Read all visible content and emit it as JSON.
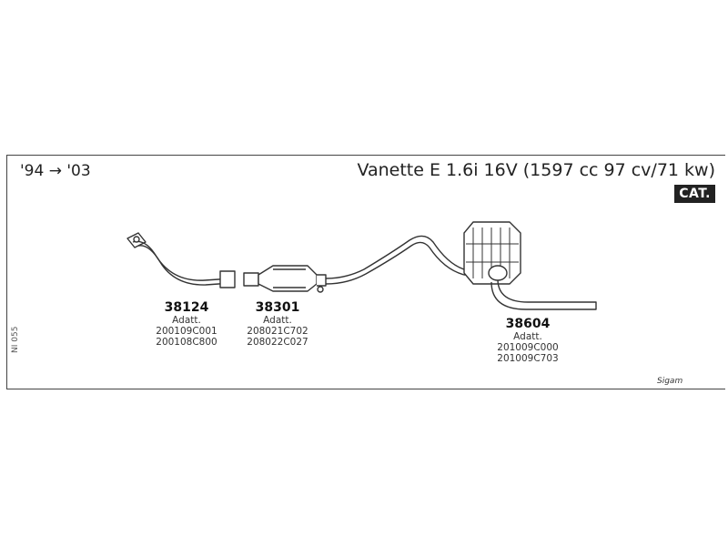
{
  "header": {
    "years": "'94 → '03",
    "model": "Vanette E 1.6i 16V (1597 cc 97 cv/71 kw)",
    "badge": "CAT."
  },
  "parts": [
    {
      "code": "38124",
      "adatt": "Adatt.",
      "refs": [
        "200109C001",
        "200108C800"
      ]
    },
    {
      "code": "38301",
      "adatt": "Adatt.",
      "refs": [
        "208021C702",
        "208022C027"
      ]
    },
    {
      "code": "38604",
      "adatt": "Adatt.",
      "refs": [
        "201009C000",
        "201009C703"
      ]
    }
  ],
  "side_label": "NI 055",
  "logo": "Sigam"
}
